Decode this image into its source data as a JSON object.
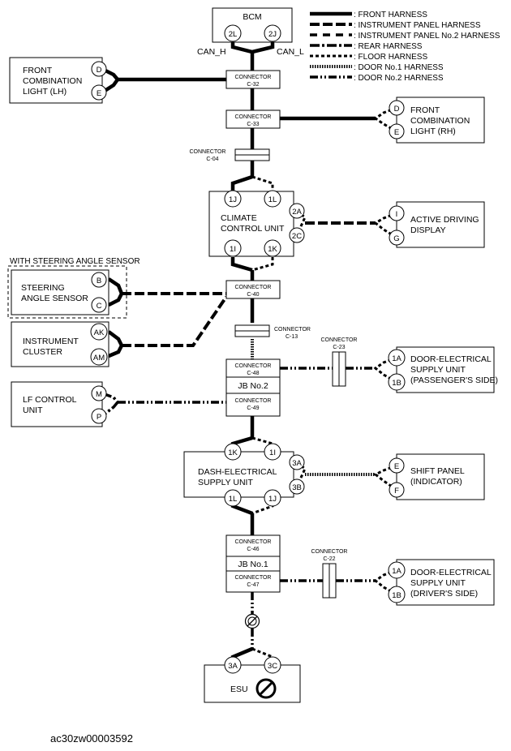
{
  "legend": [
    {
      "style": "front",
      "label": ": FRONT HARNESS"
    },
    {
      "style": "ip",
      "label": ": INSTRUMENT PANEL HARNESS"
    },
    {
      "style": "ip2",
      "label": ": INSTRUMENT PANEL No.2 HARNESS"
    },
    {
      "style": "rear",
      "label": ": REAR HARNESS"
    },
    {
      "style": "floor",
      "label": ": FLOOR HARNESS"
    },
    {
      "style": "door1",
      "label": ": DOOR No.1 HARNESS"
    },
    {
      "style": "door2",
      "label": ": DOOR No.2 HARNESS"
    }
  ],
  "modules": {
    "bcm": {
      "name": "BCM",
      "pins": [
        "2L",
        "2J"
      ],
      "can_h": "CAN_H",
      "can_l": "CAN_L"
    },
    "front_comb_lh": {
      "lines": [
        "FRONT",
        "COMBINATION",
        "LIGHT (LH)"
      ],
      "pins": [
        "D",
        "E"
      ]
    },
    "front_comb_rh": {
      "lines": [
        "FRONT",
        "COMBINATION",
        "LIGHT (RH)"
      ],
      "pins": [
        "D",
        "E"
      ]
    },
    "climate": {
      "lines": [
        "CLIMATE",
        "CONTROL UNIT"
      ],
      "pins": [
        "1J",
        "1L",
        "1I",
        "1K",
        "2A",
        "2C"
      ]
    },
    "active_display": {
      "lines": [
        "ACTIVE DRIVING",
        "DISPLAY"
      ],
      "pins": [
        "I",
        "G"
      ]
    },
    "steering_note": "WITH STEERING ANGLE SENSOR",
    "steering": {
      "lines": [
        "STEERING",
        "ANGLE SENSOR"
      ],
      "pins": [
        "B",
        "C"
      ]
    },
    "instrument": {
      "lines": [
        "INSTRUMENT",
        "CLUSTER"
      ],
      "pins": [
        "AK",
        "AM"
      ]
    },
    "door_pass": {
      "lines": [
        "DOOR-ELECTRICAL",
        "SUPPLY UNIT",
        "(PASSENGER'S SIDE)"
      ],
      "pins": [
        "1A",
        "1B"
      ]
    },
    "lf_control": {
      "lines": [
        "LF CONTROL",
        "UNIT"
      ],
      "pins": [
        "M",
        "P"
      ]
    },
    "dash": {
      "lines": [
        "DASH-ELECTRICAL",
        "SUPPLY UNIT"
      ],
      "pins": [
        "1K",
        "1I",
        "1L",
        "1J",
        "3A",
        "3B"
      ]
    },
    "shift": {
      "lines": [
        "SHIFT PANEL",
        "(INDICATOR)"
      ],
      "pins": [
        "E",
        "F"
      ]
    },
    "door_drv": {
      "lines": [
        "DOOR-ELECTRICAL",
        "SUPPLY UNIT",
        "(DRIVER'S SIDE)"
      ],
      "pins": [
        "1A",
        "1B"
      ]
    },
    "esu": {
      "name": "ESU",
      "pins": [
        "3A",
        "3C"
      ]
    }
  },
  "connectors": {
    "word": "CONNECTOR",
    "c32": "C-32",
    "c33": "C-33",
    "c04": "C-04",
    "c40": "C-40",
    "c13": "C-13",
    "c23": "C-23",
    "c48": "C-48",
    "c49": "C-49",
    "c46": "C-46",
    "c47": "C-47",
    "c22": "C-22"
  },
  "junction_blocks": {
    "jb2": "JB No.2",
    "jb1": "JB No.1"
  },
  "caption": "ac30zw00003592"
}
